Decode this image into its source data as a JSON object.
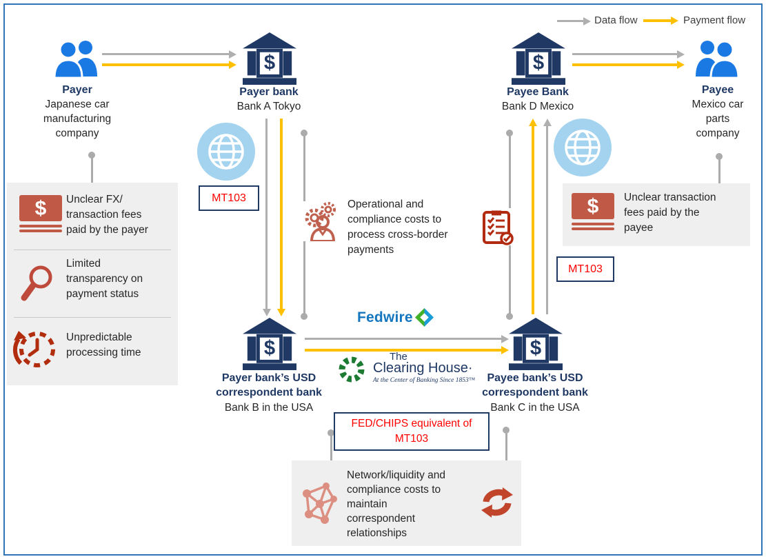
{
  "legend": {
    "data_flow": "Data flow",
    "payment_flow": "Payment flow"
  },
  "colors": {
    "navy": "#1f3864",
    "people_blue": "#1b79e4",
    "globe_blue": "#a3d3ef",
    "data_arrow_gray": "#afafaf",
    "payment_arrow_gold": "#ffc000",
    "message_red": "#ff0000",
    "brick_icon": "#b5402a",
    "panel_gray": "#efefef",
    "frame_blue": "#2e74b6",
    "fedwire_blue": "#1476be",
    "clearing_green": "#1e7b34"
  },
  "nodes": {
    "payer": {
      "title": "Payer",
      "desc": "Japanese car\nmanufacturing\ncompany",
      "icon": "people-icon"
    },
    "payer_bank": {
      "title": "Payer bank",
      "desc": "Bank A Tokyo",
      "icon": "bank-icon"
    },
    "payee_bank": {
      "title": "Payee Bank",
      "desc": "Bank D Mexico",
      "icon": "bank-icon"
    },
    "payee": {
      "title": "Payee",
      "desc": "Mexico car\nparts\ncompany",
      "icon": "people-icon"
    },
    "payer_corr_bank": {
      "title": "Payer bank’s USD\ncorrespondent bank",
      "desc": "Bank B in the USA",
      "icon": "bank-icon"
    },
    "payee_corr_bank": {
      "title": "Payee bank’s USD\ncorrespondent bank",
      "desc": "Bank C in the USA",
      "icon": "bank-icon"
    }
  },
  "messages": {
    "mt103_payer_leg": "MT103",
    "mt103_payee_leg": "MT103",
    "fedchips": "FED/CHIPS equivalent of\nMT103"
  },
  "network_icons": {
    "swift_left": "globe-icon",
    "swift_right": "globe-icon"
  },
  "callouts": {
    "payer_issues": {
      "items": [
        {
          "icon": "money-icon",
          "text": "Unclear FX/\ntransaction fees\npaid by the payer"
        },
        {
          "icon": "magnifier-icon",
          "text": "Limited\ntransparency on\npayment status"
        },
        {
          "icon": "clock-icon",
          "text": "Unpredictable\nprocessing time"
        }
      ]
    },
    "payee_issue": {
      "icon": "money-icon",
      "text": "Unclear transaction\nfees paid by the\npayee"
    },
    "operational": {
      "icon": "gears-person-icon",
      "icon2": "clipboard-check-icon",
      "text": "Operational and\ncompliance costs to\nprocess cross-border\npayments"
    },
    "network": {
      "icon": "network-icon",
      "icon2": "refresh-icon",
      "text": "Network/liquidity and\ncompliance costs to\nmaintain\ncorrespondent\nrelationships"
    }
  },
  "logos": {
    "fedwire": {
      "text": "Fedwire"
    },
    "clearing_house": {
      "line1": "The",
      "line2": "Clearing House·",
      "tagline": "At the Center of Banking Since 1853™"
    }
  }
}
